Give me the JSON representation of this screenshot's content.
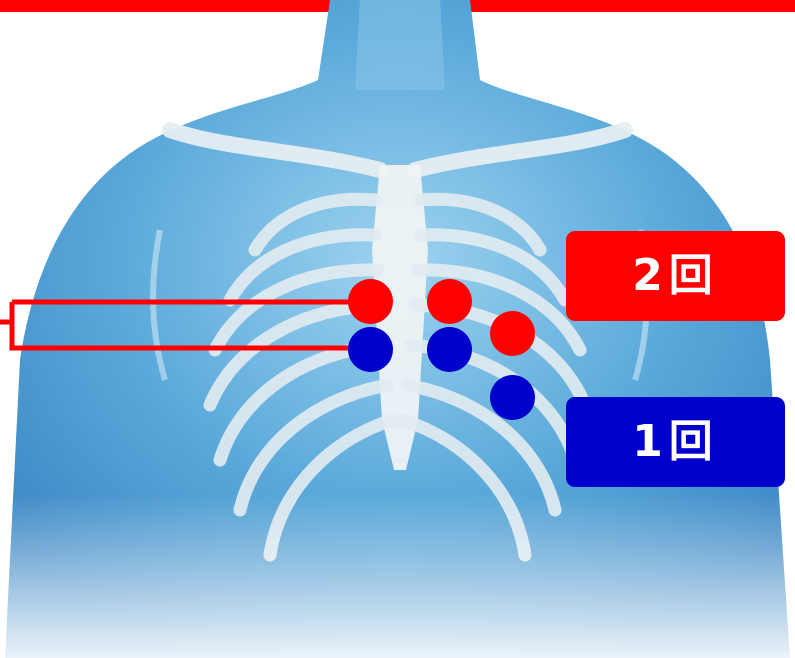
{
  "colors": {
    "accent_red": "#ff0000",
    "accent_blue": "#0000cc",
    "body_blue": "#5aa9da",
    "bone": "#e6eef2"
  },
  "legend": {
    "red_label": "2回",
    "blue_label": "1回"
  },
  "markers": {
    "red_count": 3,
    "blue_count": 3
  },
  "icons": {
    "bracket": "connector-bracket",
    "figure": "torso-anatomy"
  }
}
